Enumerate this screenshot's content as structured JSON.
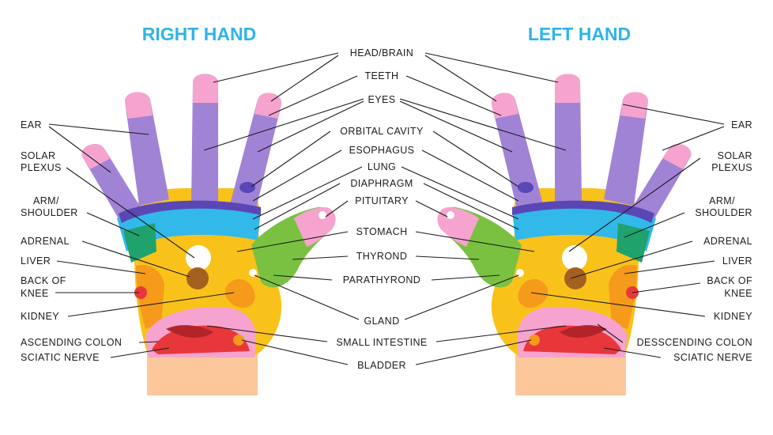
{
  "titles": {
    "right": "RIGHT HAND",
    "left": "LEFT HAND"
  },
  "center_labels": {
    "head_brain": "HEAD/BRAIN",
    "teeth": "TEETH",
    "eyes": "EYES",
    "orbital_cavity": "ORBITAL CAVITY",
    "esophagus": "ESOPHAGUS",
    "lung": "LUNG",
    "diaphragm": "DIAPHRAGM",
    "pituitary": "PITUITARY",
    "stomach": "STOMACH",
    "thyrond": "THYROND",
    "parathyrond": "PARATHYROND",
    "gland": "GLAND",
    "small_intestine": "SMALL INTESTINE",
    "bladder": "BLADDER"
  },
  "right_side_labels": {
    "ear": "EAR",
    "solar_1": "SOLAR",
    "solar_2": "PLEXUS",
    "arm_1": "ARM/",
    "arm_2": "SHOULDER",
    "adrenal": "ADRENAL",
    "liver": "LIVER",
    "back_knee_1": "BACK OF",
    "back_knee_2": "KNEE",
    "kidney": "KIDNEY",
    "colon": "ASCENDING COLON",
    "sciatic": "SCIATIC NERVE"
  },
  "left_side_labels": {
    "ear": "EAR",
    "solar_1": "SOLAR",
    "solar_2": "PLEXUS",
    "arm_1": "ARM/",
    "arm_2": "SHOULDER",
    "adrenal": "ADRENAL",
    "liver": "LIVER",
    "back_knee_1": "BACK OF",
    "back_knee_2": "KNEE",
    "kidney": "KIDNEY",
    "colon": "DESSCENDING COLON",
    "sciatic": "SCIATIC NERVE"
  },
  "colors": {
    "title": "#2fb4e9",
    "skin": "#fcc89b",
    "finger": "#a183d6",
    "fingertip": "#f6a3cf",
    "eye_spot": "#5a47b5",
    "blue_band": "#33b8ea",
    "green": "#7ac142",
    "dark_green": "#1fa26b",
    "yellow": "#f9c21b",
    "orange": "#f59a1b",
    "red": "#e8373a",
    "brown": "#a3611f",
    "white": "#ffffff"
  }
}
